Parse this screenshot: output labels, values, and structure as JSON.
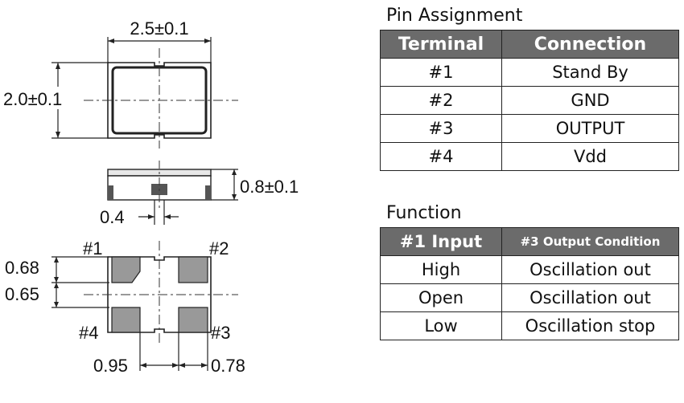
{
  "drawing": {
    "top_view": {
      "width_dim": "2.5±0.1",
      "height_dim": "2.0±0.1"
    },
    "side_view": {
      "thickness_dim": "0.8±0.1",
      "gap_dim": "0.4"
    },
    "bottom_view": {
      "pins": [
        "#1",
        "#2",
        "#3",
        "#4"
      ],
      "pad_height_dim": "0.68",
      "pad_gap_dim": "0.65",
      "pad_pitch_dim": "0.95",
      "pad_width_dim": "0.78"
    }
  },
  "pin_assignment": {
    "title": "Pin Assignment",
    "headers": [
      "Terminal",
      "Connection"
    ],
    "rows": [
      [
        "#1",
        "Stand By"
      ],
      [
        "#2",
        "GND"
      ],
      [
        "#3",
        "OUTPUT"
      ],
      [
        "#4",
        "Vdd"
      ]
    ]
  },
  "function": {
    "title": "Function",
    "headers": [
      "#1 Input",
      "#3 Output Condition"
    ],
    "rows": [
      [
        "High",
        "Oscillation out"
      ],
      [
        "Open",
        "Oscillation out"
      ],
      [
        "Low",
        "Oscillation stop"
      ]
    ]
  }
}
